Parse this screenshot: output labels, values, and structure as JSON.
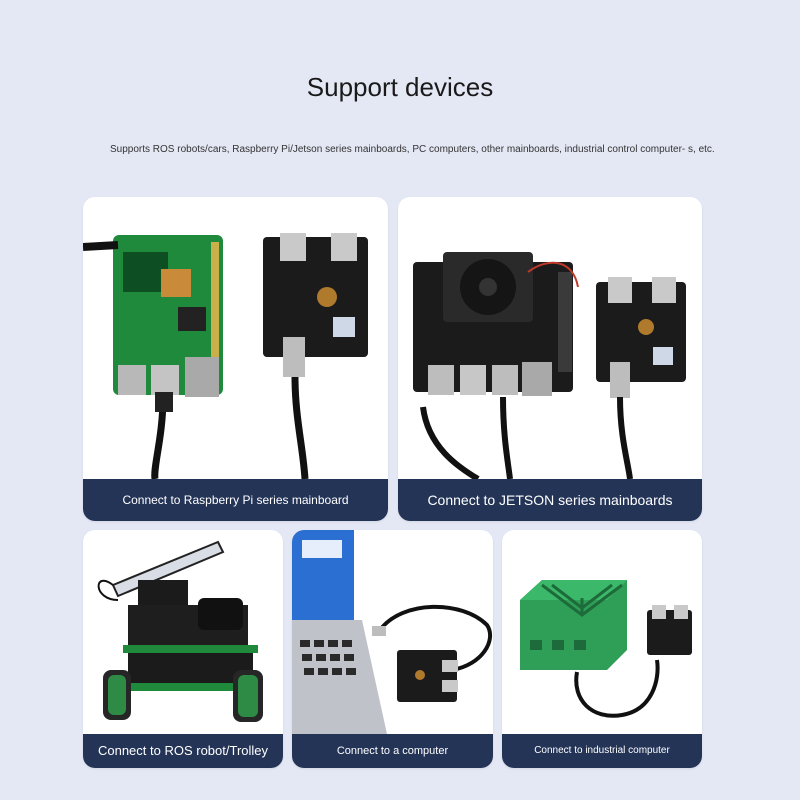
{
  "header": {
    "title": "Support devices",
    "description": "Supports ROS robots/cars, Raspberry Pi/Jetson series mainboards, PC computers, other mainboards, industrial control computer- s, etc."
  },
  "cards": [
    {
      "caption": "Connect to Raspberry Pi series mainboard"
    },
    {
      "caption": "Connect to JETSON series mainboards"
    },
    {
      "caption": "Connect to ROS robot/Trolley"
    },
    {
      "caption": "Connect to a computer"
    },
    {
      "caption": "Connect to industrial computer"
    }
  ],
  "colors": {
    "background": "#e4e8f4",
    "caption_bar": "#243457",
    "pcb_green": "#1f8a3c",
    "board_black": "#1b1b1b",
    "case_green": "#2f9e57"
  }
}
